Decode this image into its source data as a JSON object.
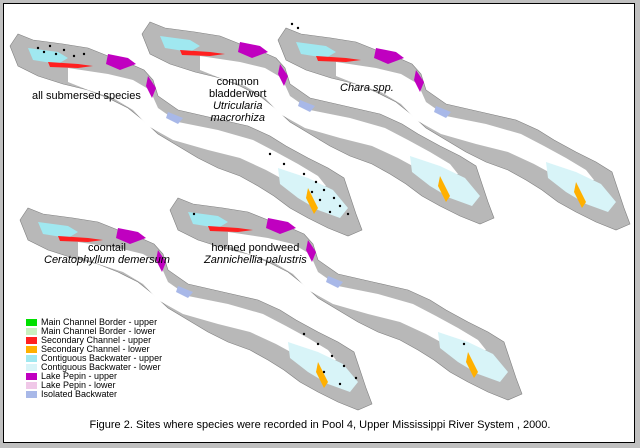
{
  "panels": [
    {
      "id": "all",
      "label_lines": [
        "all submersed species"
      ],
      "italic_lines": []
    },
    {
      "id": "bladderwort",
      "label_lines": [
        "common",
        "bladderwort"
      ],
      "italic_lines": [
        "Utricularia",
        "macrorhiza"
      ]
    },
    {
      "id": "chara",
      "label_lines": [],
      "italic_lines": [
        "Chara spp."
      ]
    },
    {
      "id": "coontail",
      "label_lines": [
        "coontail"
      ],
      "italic_lines": [
        "Ceratophyllum demersum"
      ]
    },
    {
      "id": "pondweed",
      "label_lines": [
        "horned pondweed"
      ],
      "italic_lines": [
        "Zannichellia palustris"
      ]
    }
  ],
  "legend": [
    {
      "label": "Main Channel Border - upper",
      "color": "#00e000"
    },
    {
      "label": "Main Channel Border - lower",
      "color": "#c8f0c0"
    },
    {
      "label": "Secondary Channel - upper",
      "color": "#ff2020"
    },
    {
      "label": "Secondary Channel - lower",
      "color": "#ffb000"
    },
    {
      "label": "Contiguous Backwater - upper",
      "color": "#a0e8f0"
    },
    {
      "label": "Contiguous Backwater - lower",
      "color": "#d8f4f8"
    },
    {
      "label": "Lake Pepin - upper",
      "color": "#c000c0"
    },
    {
      "label": "Lake Pepin - lower",
      "color": "#f0c8e8"
    },
    {
      "label": "Isolated Backwater",
      "color": "#a8b8e8"
    }
  ],
  "caption": "Figure 2.  Sites where species were recorded in Pool 4, Upper Mississippi River System , 2000.",
  "colors": {
    "land": "#b8b8b8",
    "channel": "#ffffff",
    "outline": "#808080",
    "sites": "#000000",
    "frame_bg": "#c0c0c0"
  }
}
